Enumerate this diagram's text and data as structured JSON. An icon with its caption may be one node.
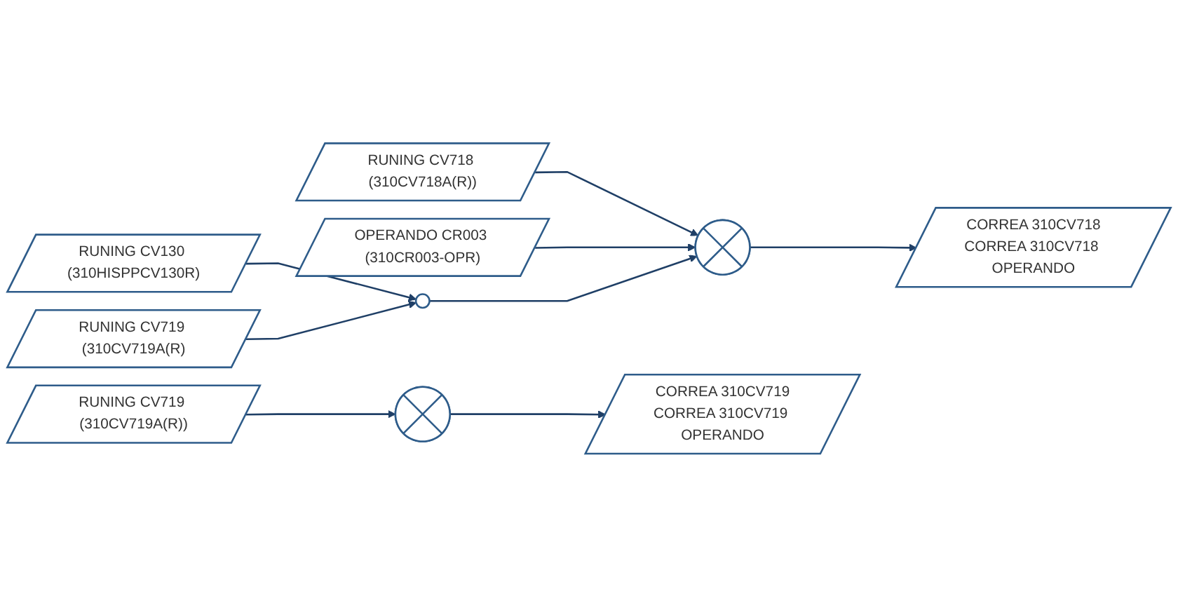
{
  "diagram": {
    "nodes": [
      {
        "text": [
          "RUNING CV718 (310CV718A(R))"
        ]
      },
      {
        "text": [
          "OPERANDO CR003 (310CR003-OPR)"
        ]
      },
      {
        "text": [],
        "shape": "crossed-circle"
      },
      {
        "text": [
          "CORREA 310CV718",
          "CORREA 310CV718 OPERANDO"
        ]
      },
      {
        "text": [
          "RUNING CV130 (310HISPPCV130R)"
        ]
      },
      {
        "text": [
          "RUNING CV719 (310CV719A(R)"
        ]
      },
      {
        "text": [],
        "shape": "circle"
      },
      {
        "text": [
          "RUNING CV719 (310CV719A(R))"
        ]
      },
      {
        "text": [],
        "shape": "crossed-circle"
      },
      {
        "text": [
          "CORREA 310CV719",
          "CORREA 310CV719 OPERANDO"
        ]
      }
    ],
    "edges": [
      {
        "from": 0,
        "to": 2,
        "arrow": "to"
      },
      {
        "from": 1,
        "to": 2,
        "arrow": "to"
      },
      {
        "from": 4,
        "to": 6,
        "arrow": "to"
      },
      {
        "from": 5,
        "to": 6,
        "arrow": "to"
      },
      {
        "from": 6,
        "to": 2,
        "arrow": "to"
      },
      {
        "from": 2,
        "to": 3,
        "arrow": "to"
      },
      {
        "from": 7,
        "to": 8,
        "arrow": "to"
      },
      {
        "from": 8,
        "to": 9,
        "arrow": "to"
      }
    ]
  }
}
